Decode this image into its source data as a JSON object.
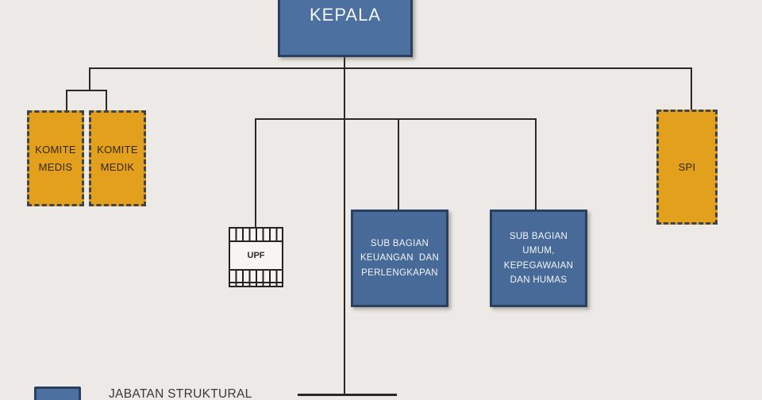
{
  "colors": {
    "background": "#ECE9E6",
    "blue_fill": "#486A99",
    "blue_fill_light": "#4C70A0",
    "blue_border": "#2B3F5F",
    "orange_fill": "#E2A01D",
    "dash_border": "#3E444B",
    "connector": "#2D2823",
    "text_dark": "#33270E",
    "text_light": "#F4F6F8",
    "legend_text": "#3B3732"
  },
  "nodes": {
    "kepala": {
      "label": "KEPALA"
    },
    "komite_medis": {
      "line1": "KOMITE",
      "line2": "MEDIS"
    },
    "komite_medik": {
      "line1": "KOMITE",
      "line2": "MEDIK"
    },
    "spi": {
      "label": "SPI"
    },
    "upf": {
      "label": "UPF"
    },
    "sub_keuangan": {
      "line1": "SUB BAGIAN",
      "line2": "KEUANGAN  DAN",
      "line3": "PERLENGKAPAN"
    },
    "sub_umum": {
      "line1": "SUB BAGIAN",
      "line2": "UMUM,",
      "line3": "KEPEGAWAIAN",
      "line4": "DAN HUMAS"
    }
  },
  "legend": {
    "structural_label": "JABATAN STRUKTURAL"
  }
}
